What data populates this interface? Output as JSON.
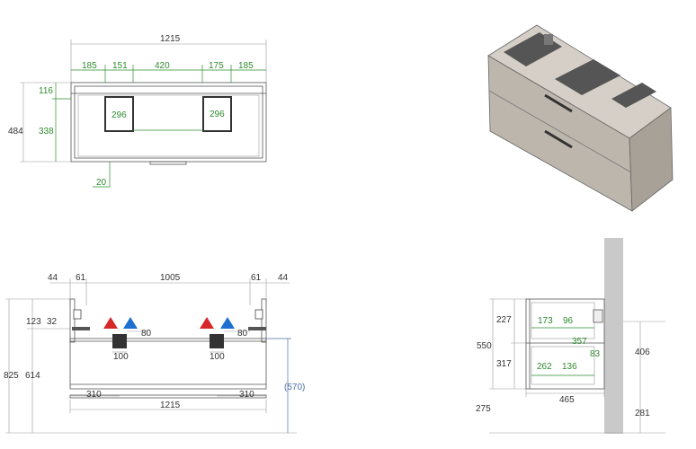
{
  "colors": {
    "dimension_text": "#333333",
    "inner_dimension": "#2e8b2e",
    "highlight_dimension": "#4a6fa5",
    "wall": "#c9c9c9",
    "hot": "#d62828",
    "cold": "#1f6fd1",
    "cabinet_body": "#bdb6ad"
  },
  "top_view": {
    "overall_width": "1215",
    "segments": [
      "185",
      "151",
      "420",
      "175",
      "185"
    ],
    "left_dims": {
      "total": "484",
      "top": "116",
      "bottom": "338"
    },
    "cutouts": [
      "296",
      "296"
    ],
    "plinth_offset": "20"
  },
  "front_view": {
    "top_dims": [
      "44",
      "61",
      "1005",
      "61",
      "44"
    ],
    "left_dims": {
      "a": "123",
      "b": "32",
      "c": "825",
      "d": "614"
    },
    "pipe_offsets": [
      "80",
      "80"
    ],
    "drain_widths": [
      "100",
      "100"
    ],
    "bottom_dims": [
      "310",
      "310"
    ],
    "overall_width": "1215",
    "right_height": "(570)"
  },
  "side_view": {
    "left_dims": {
      "upper": "227",
      "total": "550",
      "lower": "317",
      "floor": "275"
    },
    "upper_drawer": [
      "173",
      "96"
    ],
    "mid": [
      "357",
      "83"
    ],
    "lower_drawer": [
      "262",
      "136"
    ],
    "depth": "465",
    "right_dims": {
      "height": "406",
      "floor": "281"
    }
  },
  "iso_view": {
    "icon": "cabinet-3d-icon"
  }
}
